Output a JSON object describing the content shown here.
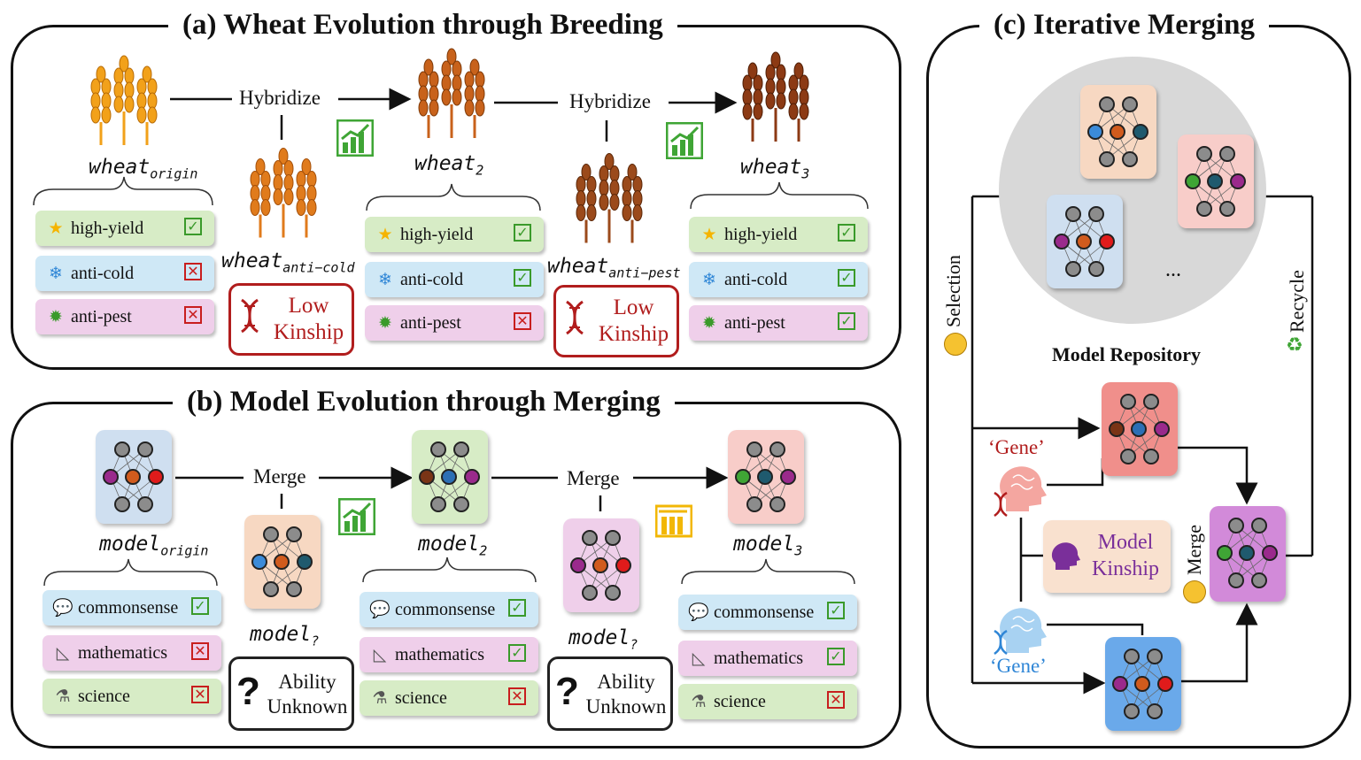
{
  "titles": {
    "a": "(a) Wheat Evolution through Breeding",
    "b": "(b) Model Evolution through Merging",
    "c": "(c) Iterative Merging"
  },
  "wheat": {
    "hybridize": "Hybridize",
    "origin_base": "wheat",
    "origin_sub": "origin",
    "w2_base": "wheat",
    "w2_sub": "2",
    "w3_base": "wheat",
    "w3_sub": "3",
    "cold_base": "wheat",
    "cold_sub": "anti−cold",
    "pest_base": "wheat",
    "pest_sub": "anti−pest",
    "low_kinship": "Low Kinship",
    "low": "Low",
    "kinship": "Kinship"
  },
  "traits": {
    "high_yield": "high-yield",
    "anti_cold": "anti-cold",
    "anti_pest": "anti-pest",
    "commonsense": "commonsense",
    "mathematics": "mathematics",
    "science": "science"
  },
  "model": {
    "merge": "Merge",
    "origin_base": "model",
    "origin_sub": "origin",
    "m2_base": "model",
    "m2_sub": "2",
    "m3_base": "model",
    "m3_sub": "3",
    "unknown_base": "model",
    "unknown_sub": "?",
    "ability": "Ability",
    "unknown": "Unknown",
    "qmark": "?"
  },
  "iterative": {
    "repository": "Model Repository",
    "ellipsis": "...",
    "selection": "Selection",
    "recycle": "Recycle",
    "merge": "Merge",
    "gene": "‘Gene’",
    "kinship_model": "Model",
    "kinship_word": "Kinship"
  },
  "checks": {
    "a_origin": [
      "ok",
      "no",
      "no"
    ],
    "a_w2": [
      "ok",
      "ok",
      "no"
    ],
    "a_w3": [
      "ok",
      "ok",
      "ok"
    ],
    "b_origin": [
      "ok",
      "no",
      "no"
    ],
    "b_m2": [
      "ok",
      "ok",
      "no"
    ],
    "b_m3": [
      "ok",
      "ok",
      "no"
    ]
  },
  "marks": {
    "ok": "✓",
    "no": "✕"
  },
  "icons": {
    "star": "star-icon",
    "snowflake": "snowflake-icon",
    "bug": "bug-icon",
    "speech": "speech-bubble-icon",
    "ruler": "ruler-icon",
    "microscope": "microscope-icon",
    "dna": "dna-icon",
    "chart": "bar-chart-icon",
    "recycle": "recycle-icon"
  },
  "colors": {
    "green_trait": "#d7ecc6",
    "blue_trait": "#cfe8f6",
    "pink_trait": "#efcfea",
    "kinship_red": "#b11d1d",
    "chart_green": "#3fa535",
    "chart_yellow": "#f2b705"
  }
}
